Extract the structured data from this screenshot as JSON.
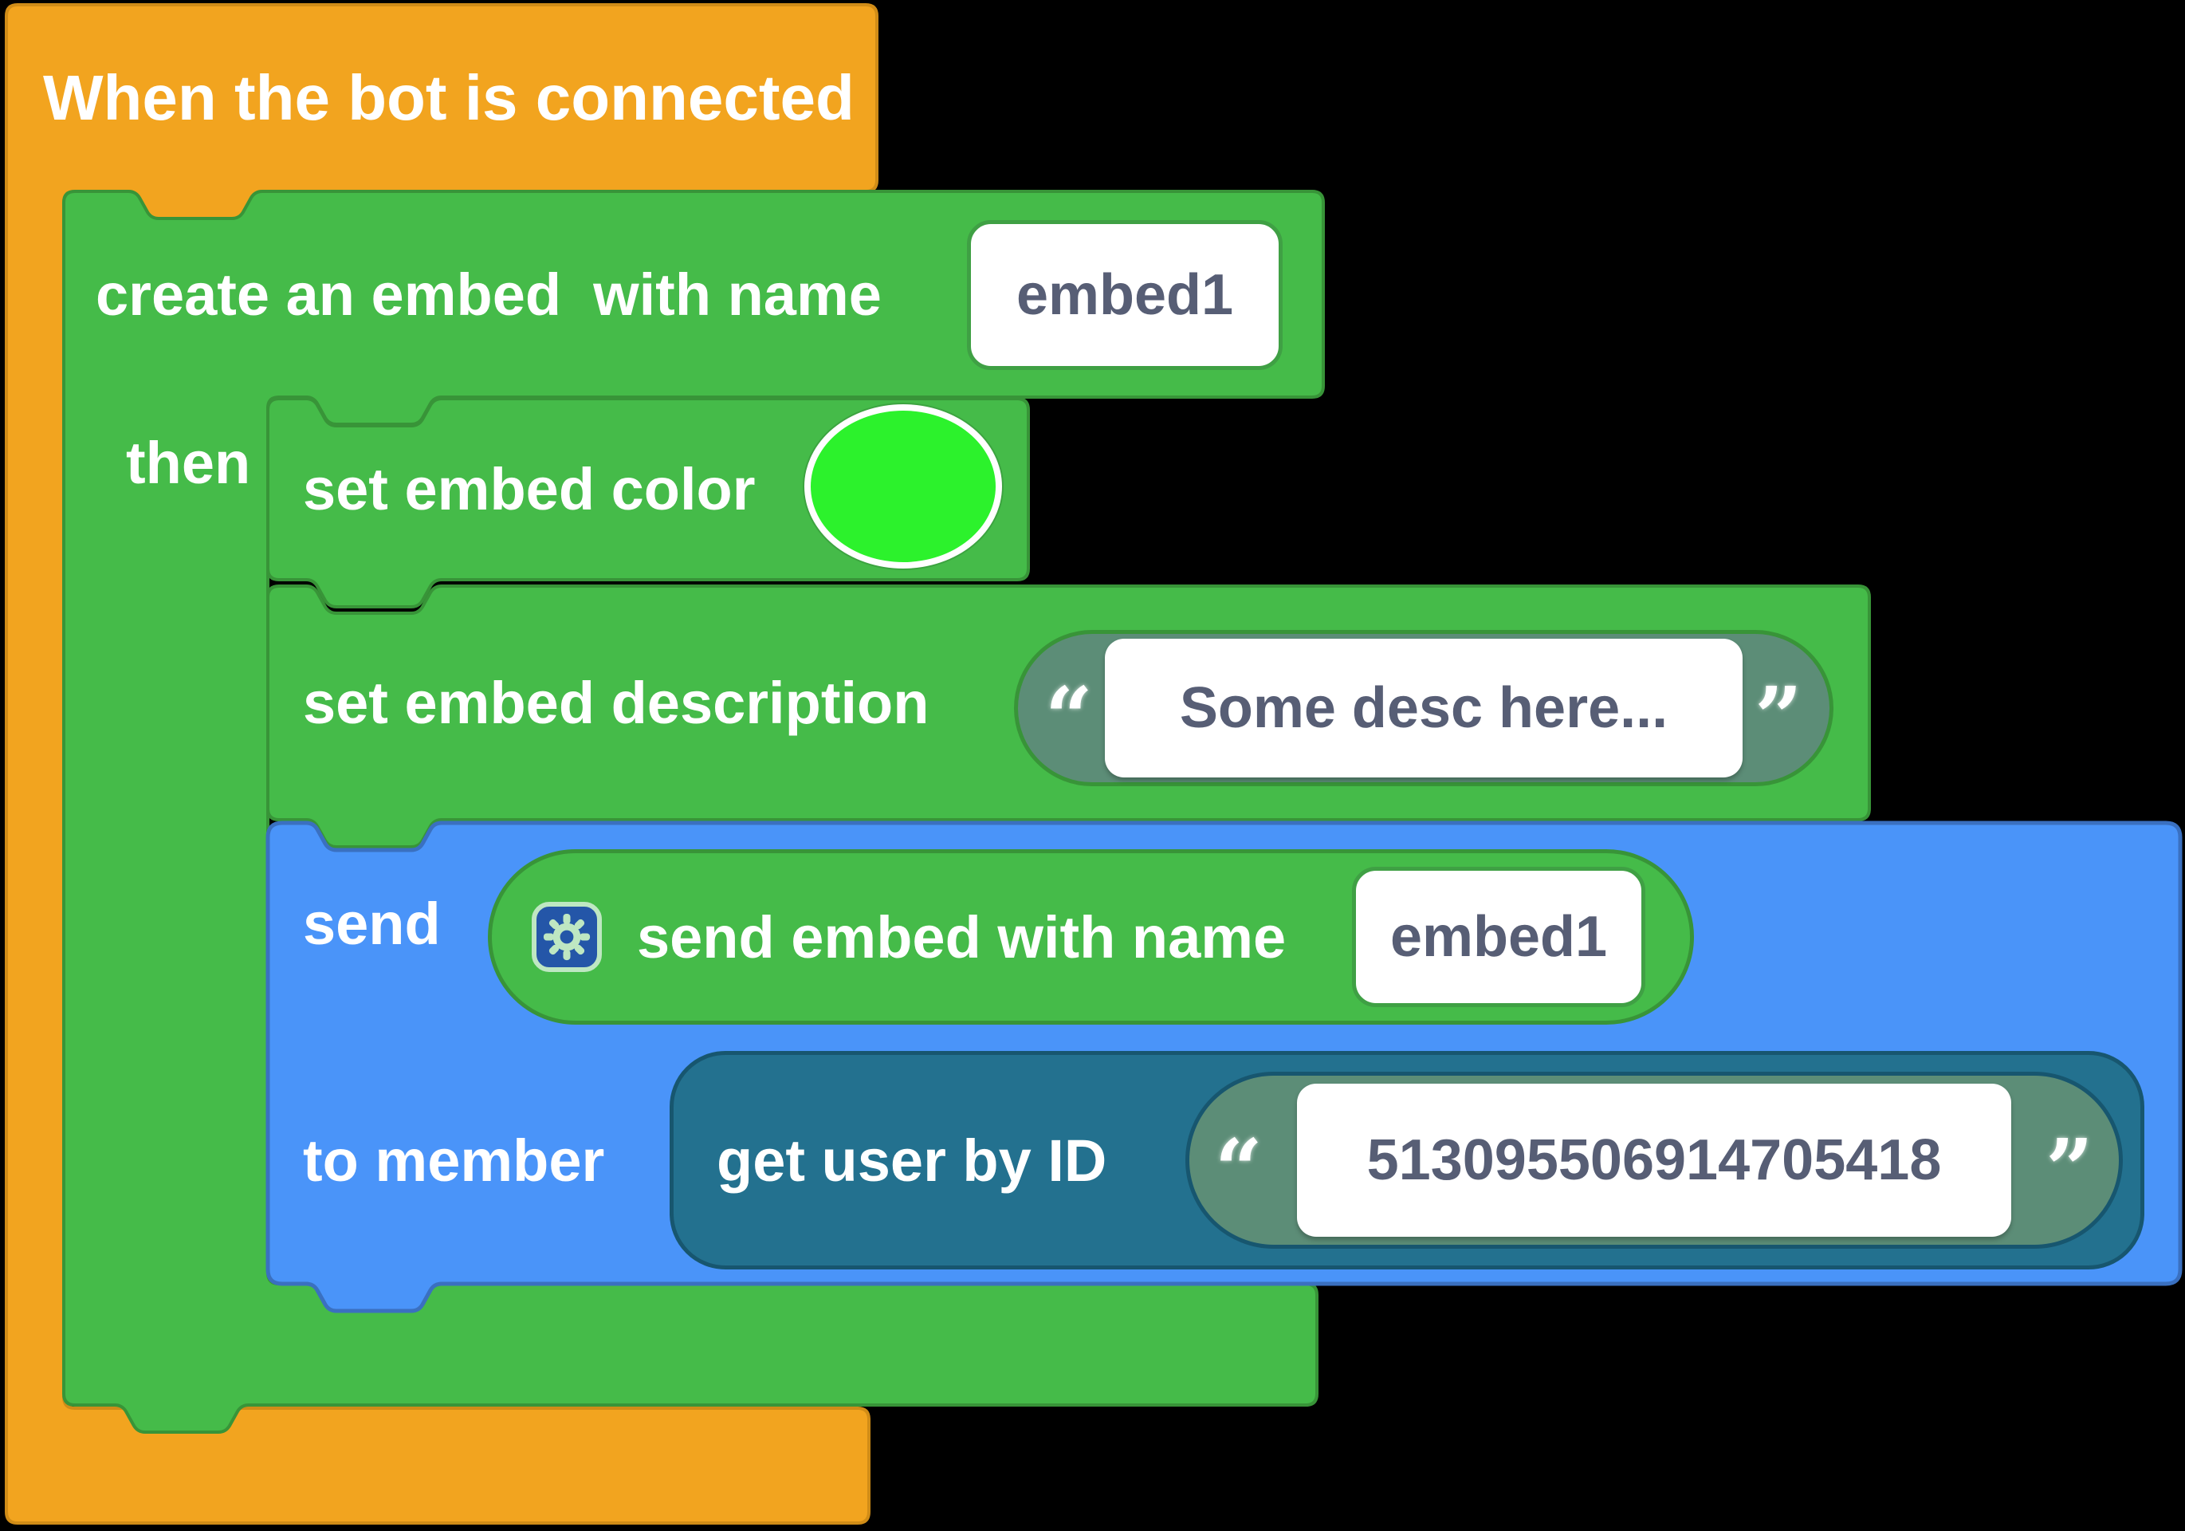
{
  "hat": {
    "label": "When the bot is connected"
  },
  "create_embed": {
    "label": "create an embed",
    "with_name_label": "with name",
    "name_value": "embed1",
    "then_label": "then"
  },
  "set_color": {
    "label": "set embed color",
    "color_value": "#2CF22C"
  },
  "set_description": {
    "label": "set embed description",
    "open_quote": "“",
    "value": "Some desc here...",
    "close_quote": "”"
  },
  "send_block": {
    "send_label": "send",
    "embed_pill": {
      "label": "send embed with name",
      "value": "embed1"
    },
    "to_member_label": "to member",
    "get_user": {
      "label": "get user by ID",
      "open_quote": "“",
      "id_value": "513095506914705418",
      "close_quote": "”"
    }
  },
  "icons": {
    "gear": "gear-icon",
    "open_quote": "quote-open-icon",
    "close_quote": "quote-close-icon"
  },
  "colors": {
    "canvas_bg": "#000000",
    "orange": "#F2A41F",
    "orange_border": "#D08C17",
    "green": "#45BB49",
    "green_border": "#389438",
    "bright_green": "#2CF22C",
    "blue": "#4A94F9",
    "blue_border": "#3A70C0",
    "teal": "#23718F",
    "teal_border": "#17566F",
    "string_pill": "#5C8D77",
    "field_text": "#575E75",
    "gear_bg": "#2456A8",
    "gear_glyph": "#BEE7C2"
  }
}
